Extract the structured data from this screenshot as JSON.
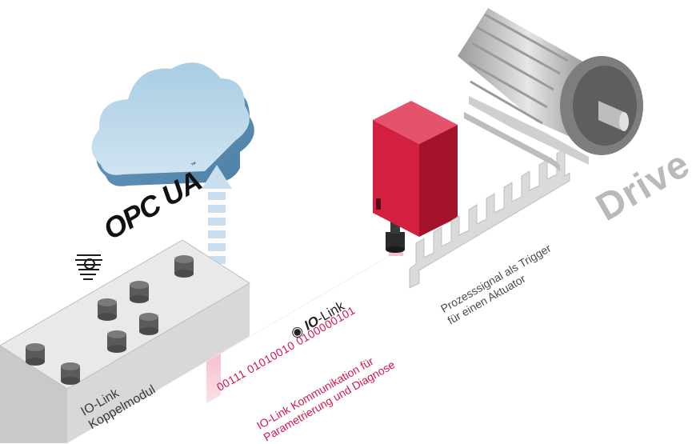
{
  "brands": {
    "opc_ua": "OPC UA",
    "io_link_logo_bold": "IO",
    "io_link_logo_rest": "-Link"
  },
  "labels": {
    "module_line1": "IO-Link",
    "module_line2": "Koppelmodul",
    "binary_data": "00111 01010010 0100000101",
    "communication_line1": "IO-Link Kommunikation für",
    "communication_line2": "Parametrierung und Diagnose",
    "process_line1": "Prozesssignal als Trigger",
    "process_line2": "für einen Aktuator",
    "drive": "Drive"
  },
  "icons": [
    "cloud-icon",
    "upload-arrow-icon",
    "opc-ua-logo-icon",
    "io-link-logo-icon",
    "sensor-icon",
    "motor-icon",
    "square-wave-signal-icon"
  ],
  "colors": {
    "accent_red": "#d4174a",
    "sensor_red": "#d42040",
    "cloud_blue": "#7fb0cf",
    "module_gray": "#d9d9d9",
    "drive_gray": "#b9b9b9"
  }
}
